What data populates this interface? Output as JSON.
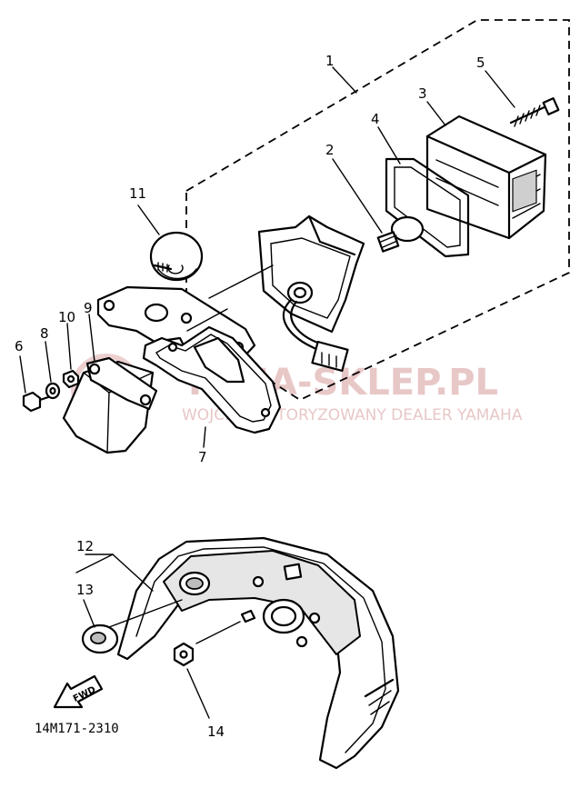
{
  "diagram": {
    "part_number": "14M171-2310",
    "fwd_label": "FWD",
    "watermark": {
      "main": "YAMA-SKLEP.PL",
      "sub": "WOJCIK - AUTORYZOWANY DEALER YAMAHA"
    },
    "callouts": [
      "1",
      "2",
      "3",
      "4",
      "5",
      "6",
      "7",
      "8",
      "9",
      "10",
      "11",
      "12",
      "13",
      "14"
    ],
    "colors": {
      "line": "#000000",
      "watermark": "#e8c7c7"
    }
  }
}
